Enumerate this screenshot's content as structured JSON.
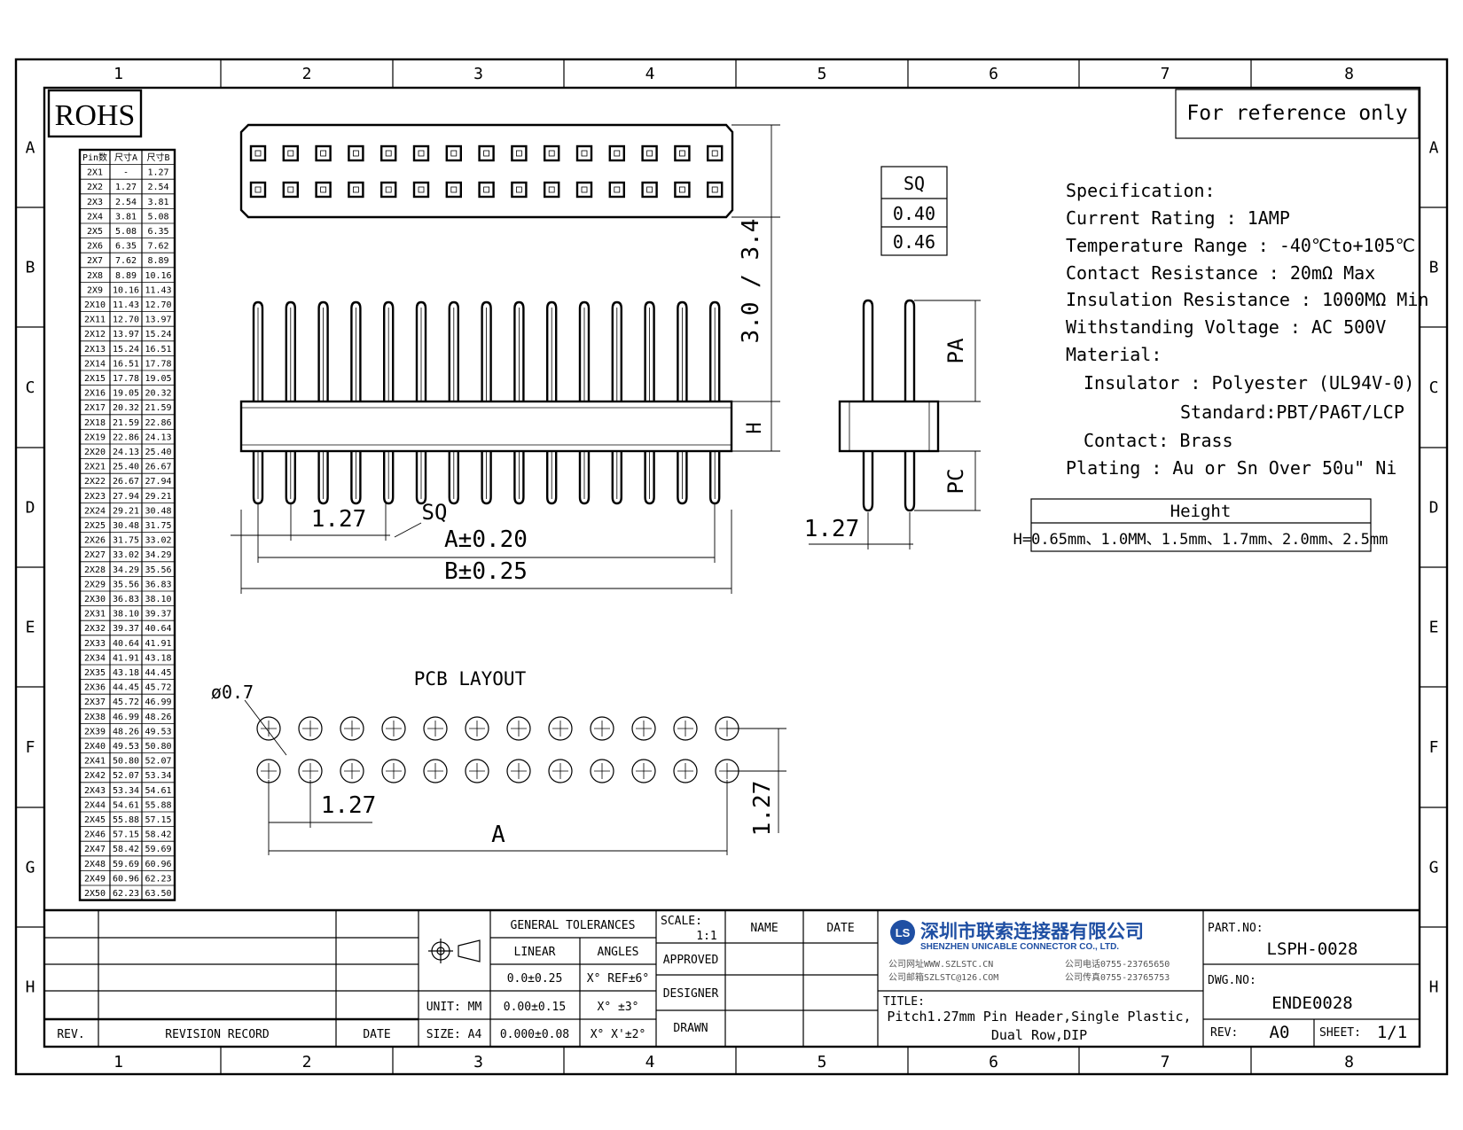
{
  "border": {
    "columns": [
      "1",
      "2",
      "3",
      "4",
      "5",
      "6",
      "7",
      "8"
    ],
    "rows": [
      "A",
      "B",
      "C",
      "D",
      "E",
      "F",
      "G",
      "H"
    ]
  },
  "badges": {
    "rohs": "ROHS",
    "reference": "For reference only"
  },
  "pin_table": {
    "headers": [
      "Pin数",
      "尺寸A",
      "尺寸B"
    ],
    "rows": [
      [
        "2X1",
        "-",
        "1.27"
      ],
      [
        "2X2",
        "1.27",
        "2.54"
      ],
      [
        "2X3",
        "2.54",
        "3.81"
      ],
      [
        "2X4",
        "3.81",
        "5.08"
      ],
      [
        "2X5",
        "5.08",
        "6.35"
      ],
      [
        "2X6",
        "6.35",
        "7.62"
      ],
      [
        "2X7",
        "7.62",
        "8.89"
      ],
      [
        "2X8",
        "8.89",
        "10.16"
      ],
      [
        "2X9",
        "10.16",
        "11.43"
      ],
      [
        "2X10",
        "11.43",
        "12.70"
      ],
      [
        "2X11",
        "12.70",
        "13.97"
      ],
      [
        "2X12",
        "13.97",
        "15.24"
      ],
      [
        "2X13",
        "15.24",
        "16.51"
      ],
      [
        "2X14",
        "16.51",
        "17.78"
      ],
      [
        "2X15",
        "17.78",
        "19.05"
      ],
      [
        "2X16",
        "19.05",
        "20.32"
      ],
      [
        "2X17",
        "20.32",
        "21.59"
      ],
      [
        "2X18",
        "21.59",
        "22.86"
      ],
      [
        "2X19",
        "22.86",
        "24.13"
      ],
      [
        "2X20",
        "24.13",
        "25.40"
      ],
      [
        "2X21",
        "25.40",
        "26.67"
      ],
      [
        "2X22",
        "26.67",
        "27.94"
      ],
      [
        "2X23",
        "27.94",
        "29.21"
      ],
      [
        "2X24",
        "29.21",
        "30.48"
      ],
      [
        "2X25",
        "30.48",
        "31.75"
      ],
      [
        "2X26",
        "31.75",
        "33.02"
      ],
      [
        "2X27",
        "33.02",
        "34.29"
      ],
      [
        "2X28",
        "34.29",
        "35.56"
      ],
      [
        "2X29",
        "35.56",
        "36.83"
      ],
      [
        "2X30",
        "36.83",
        "38.10"
      ],
      [
        "2X31",
        "38.10",
        "39.37"
      ],
      [
        "2X32",
        "39.37",
        "40.64"
      ],
      [
        "2X33",
        "40.64",
        "41.91"
      ],
      [
        "2X34",
        "41.91",
        "43.18"
      ],
      [
        "2X35",
        "43.18",
        "44.45"
      ],
      [
        "2X36",
        "44.45",
        "45.72"
      ],
      [
        "2X37",
        "45.72",
        "46.99"
      ],
      [
        "2X38",
        "46.99",
        "48.26"
      ],
      [
        "2X39",
        "48.26",
        "49.53"
      ],
      [
        "2X40",
        "49.53",
        "50.80"
      ],
      [
        "2X41",
        "50.80",
        "52.07"
      ],
      [
        "2X42",
        "52.07",
        "53.34"
      ],
      [
        "2X43",
        "53.34",
        "54.61"
      ],
      [
        "2X44",
        "54.61",
        "55.88"
      ],
      [
        "2X45",
        "55.88",
        "57.15"
      ],
      [
        "2X46",
        "57.15",
        "58.42"
      ],
      [
        "2X47",
        "58.42",
        "59.69"
      ],
      [
        "2X48",
        "59.69",
        "60.96"
      ],
      [
        "2X49",
        "60.96",
        "62.23"
      ],
      [
        "2X50",
        "62.23",
        "63.50"
      ]
    ]
  },
  "dims": {
    "pitch": "1.27",
    "sq_label": "SQ",
    "a_tol": "A±0.20",
    "b_tol": "B±0.25",
    "height_range": "3.0 / 3.4",
    "h": "H",
    "pa": "PA",
    "pc": "PC",
    "a": "A",
    "dia": "ø0.7",
    "pcb_title": "PCB LAYOUT"
  },
  "sq_table": {
    "header": "SQ",
    "values": [
      "0.40",
      "0.46"
    ]
  },
  "specs": [
    "Specification:",
    "Current Rating : 1AMP",
    "Temperature Range : -40℃to+105℃",
    "Contact Resistance : 20mΩ Max",
    "Insulation Resistance : 1000MΩ Min",
    "Withstanding Voltage : AC 500V",
    "Material:",
    "Insulator : Polyester (UL94V-0)",
    "Standard:PBT/PA6T/LCP",
    "Contact: Brass",
    "Plating : Au or Sn Over 50u\" Ni"
  ],
  "height_box": {
    "title": "Height",
    "values": "H=0.65mm、1.0MM、1.5mm、1.7mm、2.0mm、2.5mm"
  },
  "title_block": {
    "rev": "REV.",
    "revision_record": "REVISION RECORD",
    "date": "DATE",
    "general_tolerances": "GENERAL TOLERANCES",
    "linear": "LINEAR",
    "angles": "ANGLES",
    "lin_vals": [
      "0.0±0.25",
      "0.00±0.15",
      "0.000±0.08"
    ],
    "ang_vals": [
      "X° REF±6°",
      "X° ±3°",
      "X° X'±2°"
    ],
    "unit": "UNIT: MM",
    "size": "SIZE: A4",
    "scale_label": "SCALE:",
    "scale_value": "1:1",
    "name": "NAME",
    "date2": "DATE",
    "approved": "APPROVED",
    "designer": "DESIGNER",
    "drawn": "DRAWN",
    "company_cn": "深圳市联索连接器有限公司",
    "company_en": "SHENZHEN UNICABLE CONNECTOR CO., LTD.",
    "web": "公司网址WWW.SZLSTC.CN",
    "email": "公司邮箱SZLSTC@126.COM",
    "tel": "公司电话0755-23765650",
    "fax": "公司传真0755-23765753",
    "title_label": "TITLE:",
    "title_line1": "Pitch1.27mm Pin Header,Single Plastic,",
    "title_line2": "Dual Row,DIP",
    "part_no_label": "PART.NO:",
    "part_no": "LSPH-0028",
    "dwg_no_label": "DWG.NO:",
    "dwg_no": "ENDE0028",
    "rev_label": "REV:",
    "rev_value": "A0",
    "sheet_label": "SHEET:",
    "sheet_value": "1/1"
  }
}
